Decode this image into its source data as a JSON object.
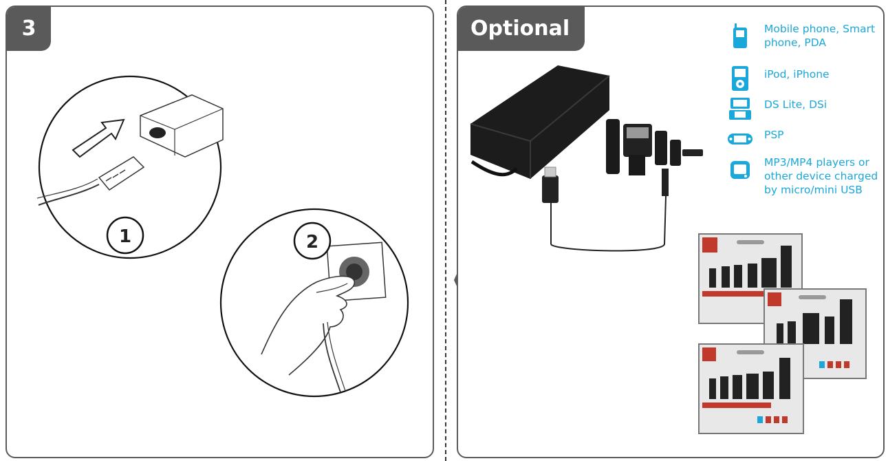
{
  "left_panel": {
    "step_label": "3",
    "callout_1": "1",
    "callout_2": "2"
  },
  "right_panel": {
    "title": "Optional",
    "devices": [
      {
        "icon": "mobile-phone-icon",
        "label": "Mobile phone, Smart phone, PDA"
      },
      {
        "icon": "ipod-icon",
        "label": "iPod, iPhone"
      },
      {
        "icon": "ds-console-icon",
        "label": "DS Lite, DSi"
      },
      {
        "icon": "psp-icon",
        "label": "PSP"
      },
      {
        "icon": "mp3-player-icon",
        "label": "MP3/MP4 players or other device charged by micro/mini USB"
      }
    ]
  },
  "colors": {
    "panel_border": "#5a5a5a",
    "accent_blue": "#1aa7d9"
  }
}
